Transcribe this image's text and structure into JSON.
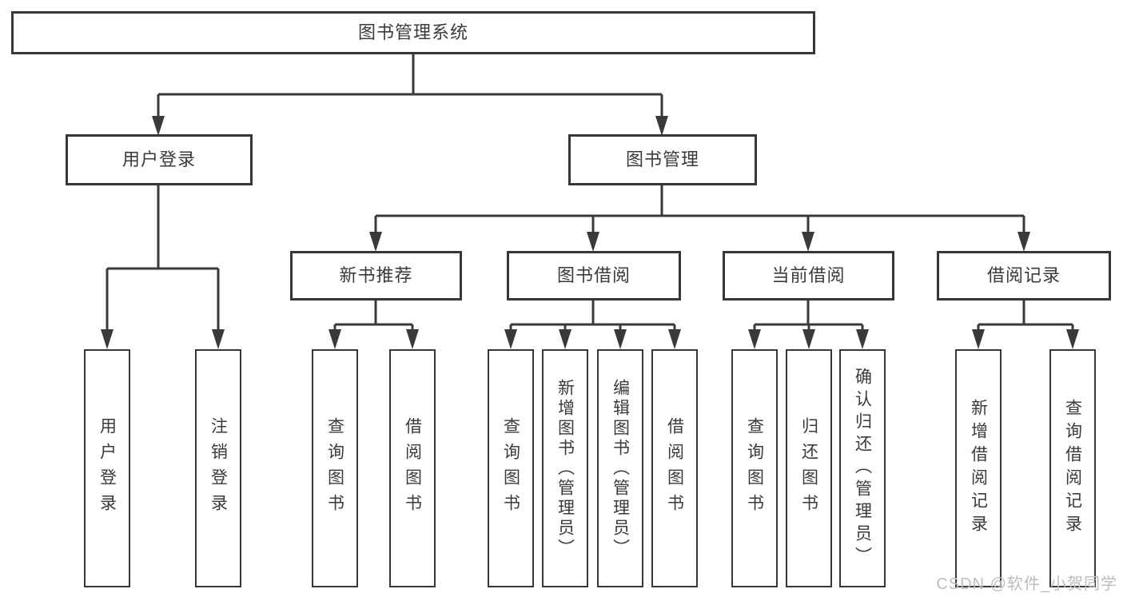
{
  "colors": {
    "line": "#3a3a3a",
    "box_border": "#373737",
    "box_fill": "#ffffff",
    "text": "#3a3a3a",
    "watermark": "#bdbdbd"
  },
  "diagram": {
    "root": {
      "label": "图书管理系统"
    },
    "children": [
      {
        "label": "用户登录",
        "children": [
          {
            "label": "用户登录"
          },
          {
            "label": "注销登录"
          }
        ]
      },
      {
        "label": "图书管理",
        "children": [
          {
            "label": "新书推荐",
            "children": [
              {
                "label": "查询图书"
              },
              {
                "label": "借阅图书"
              }
            ]
          },
          {
            "label": "图书借阅",
            "children": [
              {
                "label": "查询图书"
              },
              {
                "label": "新增图书（管理员）"
              },
              {
                "label": "编辑图书（管理员）"
              },
              {
                "label": "借阅图书"
              }
            ]
          },
          {
            "label": "当前借阅",
            "children": [
              {
                "label": "查询图书"
              },
              {
                "label": "归还图书"
              },
              {
                "label": "确认归还（管理员）"
              }
            ]
          },
          {
            "label": "借阅记录",
            "children": [
              {
                "label": "新增借阅记录"
              },
              {
                "label": "查询借阅记录"
              }
            ]
          }
        ]
      }
    ]
  },
  "watermark": {
    "text": "CSDN @软件_小贺同学"
  }
}
